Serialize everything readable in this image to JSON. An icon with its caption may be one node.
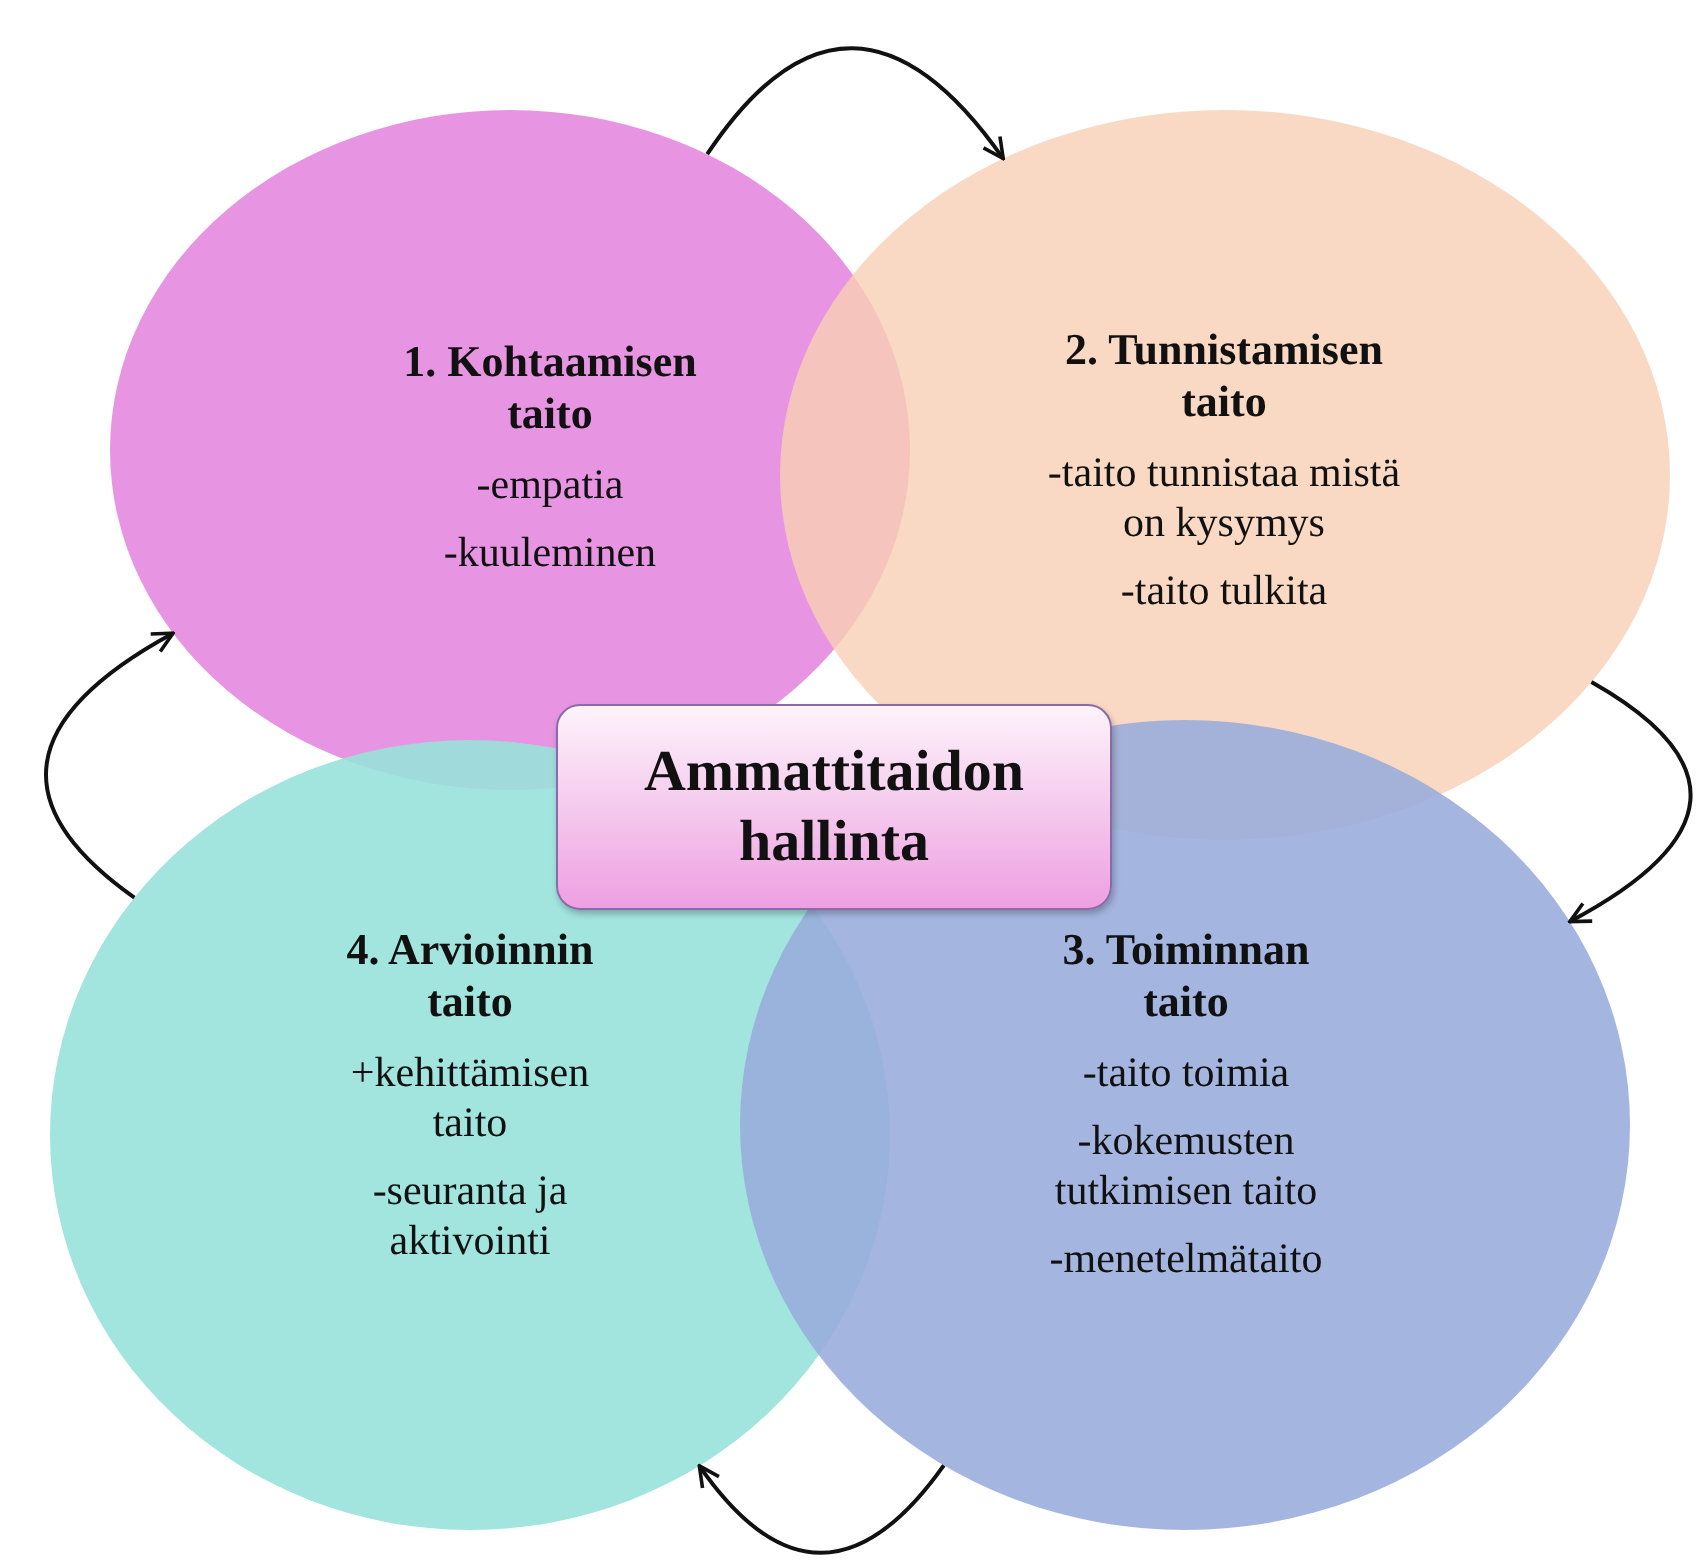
{
  "diagram": {
    "nodes": [
      {
        "text": [
          "1. Kohtaamisen taito",
          "-empatia",
          "-kuuleminen"
        ]
      },
      {
        "text": [
          "2. Tunnistamisen taito",
          "-taito tunnistaa mistä on kysymys",
          "-taito tulkita"
        ]
      },
      {
        "text": [
          "Ammattitaidon hallinta"
        ]
      },
      {
        "text": [
          "4. Arvioinnin taito",
          "+kehittämisen taito",
          "-seuranta ja aktivointi"
        ]
      },
      {
        "text": [
          "3. Toiminnan taito",
          "-taito toimia",
          "-kokemusten tutkimisen taito",
          "-menetelmätaito"
        ]
      }
    ],
    "edges": [
      {
        "from": 0,
        "to": 1,
        "arrow": "to"
      },
      {
        "from": 1,
        "to": 4,
        "arrow": "to"
      },
      {
        "from": 4,
        "to": 3,
        "arrow": "to"
      },
      {
        "from": 3,
        "to": 0,
        "arrow": "to"
      }
    ]
  }
}
